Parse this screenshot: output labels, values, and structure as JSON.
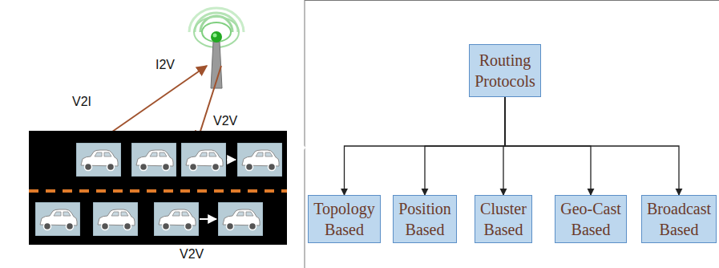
{
  "diagram": {
    "nodes": [
      {
        "text": [
          "Routing Protocols"
        ]
      },
      {
        "text": [
          "Topology Based"
        ]
      },
      {
        "text": [
          "Position Based"
        ]
      },
      {
        "text": [
          "Cluster Based"
        ]
      },
      {
        "text": [
          "Geo-Cast Based"
        ]
      },
      {
        "text": [
          "Broadcast Based"
        ]
      }
    ],
    "edges": [
      {
        "from": 0,
        "to": 1,
        "arrow": "to"
      },
      {
        "from": 0,
        "to": 2,
        "arrow": "to"
      },
      {
        "from": 0,
        "to": 3,
        "arrow": "to"
      },
      {
        "from": 0,
        "to": 4,
        "arrow": "to"
      },
      {
        "from": 0,
        "to": 5,
        "arrow": "to"
      }
    ],
    "labels": [
      "V2I",
      "I2V",
      "V2V",
      "V2V"
    ]
  }
}
